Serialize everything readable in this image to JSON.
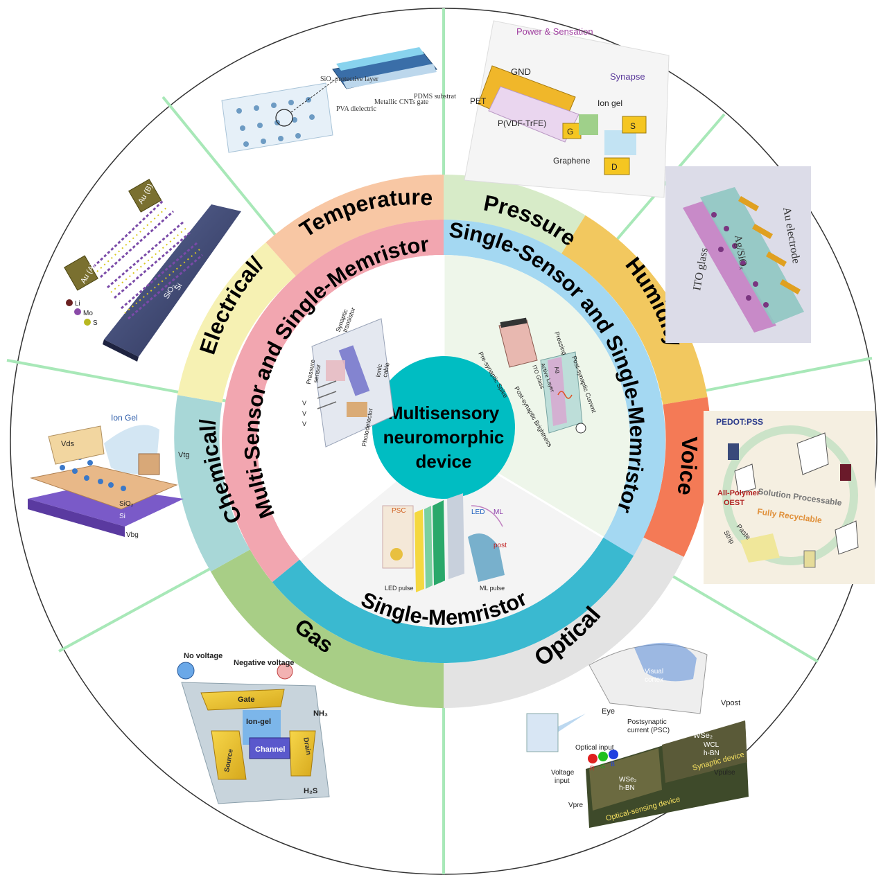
{
  "center": {
    "line1": "Multisensory",
    "line2": "neuromorphic",
    "line3": "device"
  },
  "inner_ring": {
    "multi": "Multi-Sensor and Single-Memristor",
    "single_sensor": "Single-Sensor and Single-Memristor",
    "single": "Single-Memristor"
  },
  "sensors": {
    "temperature": "Temperature",
    "pressure": "Pressure",
    "humidity": "Humidity",
    "voice": "Voice",
    "optical": "Optical",
    "gas": "Gas",
    "chemical": "Chemical/",
    "electrical": "Electrical/"
  },
  "panels": {
    "temperature": {
      "l1": "SiO₂ protective layer",
      "l2": "PVA dielectric",
      "l3": "Metallic CNTs gate",
      "l4": "PDMS substrat"
    },
    "pressure": {
      "power": "Power & Sensation",
      "synapse": "Synapse",
      "gnd": "GND",
      "pet": "PET",
      "pvdf": "P(VDF-TrFE)",
      "g": "G",
      "iongel": "Ion gel",
      "s": "S",
      "graphene": "Graphene",
      "d": "D"
    },
    "humidity": {
      "ito": "ITO glass",
      "au": "Au electrode",
      "ag": "Ag/SiOₓ"
    },
    "voice": {
      "pedot": "PEDOT:PSS",
      "allpoly": "All-Polymer",
      "oest": "OEST",
      "solution": "Solution Processable",
      "recyclable": "Fully Recyclable",
      "paste": "Paste",
      "strip": "Strip"
    },
    "optical": {
      "visual": "Visual",
      "cortex": "cortex",
      "eye": "Eye",
      "psc1": "Postsynaptic",
      "psc2": "current (PSC)",
      "vpost": "Vpost",
      "wse2": "WSe₂",
      "wcl": "WCL",
      "hbn": "h-BN",
      "optin": "Optical input",
      "r": "R",
      "gg": "G",
      "b": "B",
      "vin1": "Voltage",
      "vin2": "input",
      "vpre": "Vpre",
      "vpulse": "Vpulse",
      "osd": "Optical-sensing device",
      "sd": "Synaptic device"
    },
    "gas": {
      "nov": "No voltage",
      "negv": "Negative voltage",
      "gate": "Gate",
      "iongel": "Ion-gel",
      "channel": "Channel",
      "source": "Source",
      "drain": "Drain",
      "nh3": "NH₃",
      "h2s": "H₂S"
    },
    "chemical": {
      "iongel": "Ion Gel",
      "vds": "Vds",
      "vtg": "Vtg",
      "sio2": "SiO₂",
      "si": "Si",
      "vbg": "Vbg"
    },
    "electrical": {
      "aub": "Au (B)",
      "aua": "Au (A)",
      "sio2": "SiO₂",
      "si": "Si",
      "li": "Li",
      "mo": "Mo",
      "s": "S"
    },
    "center_left": {
      "syn": "Synaptic",
      "trans": "transistor",
      "pressure": "Pressure",
      "sensor": "sensor",
      "ionic": "Ionic",
      "cable": "cable",
      "photo": "Photodetector",
      "v": "V"
    },
    "center_right": {
      "pressing": "Pressing",
      "pre": "Pre-synaptic Spike",
      "post": "Post-synaptic Current",
      "bright": "Post-synaptic Brightness",
      "ag": "Ag",
      "active": "Active Layer",
      "ito": "ITO Glass"
    },
    "center_bottom": {
      "psc": "PSC",
      "led": "LED",
      "ml": "ML",
      "post": "post",
      "ledpulse": "LED pulse",
      "mlpulse": "ML pulse"
    }
  },
  "colors": {
    "temperature": "#f8c7a4",
    "pressure": "#d7ebc8",
    "humidity": "#f2c85f",
    "voice": "#f47a56",
    "optical": "#e3e3e3",
    "gas": "#a8ce86",
    "chemical": "#a8d7d7",
    "electrical": "#f6f1b3",
    "multi": "#f2a6b0",
    "single_sensor": "#a4d8f2",
    "single": "#3ab9d0",
    "center": "#00bdc2",
    "divider": "#a8e8b8"
  }
}
